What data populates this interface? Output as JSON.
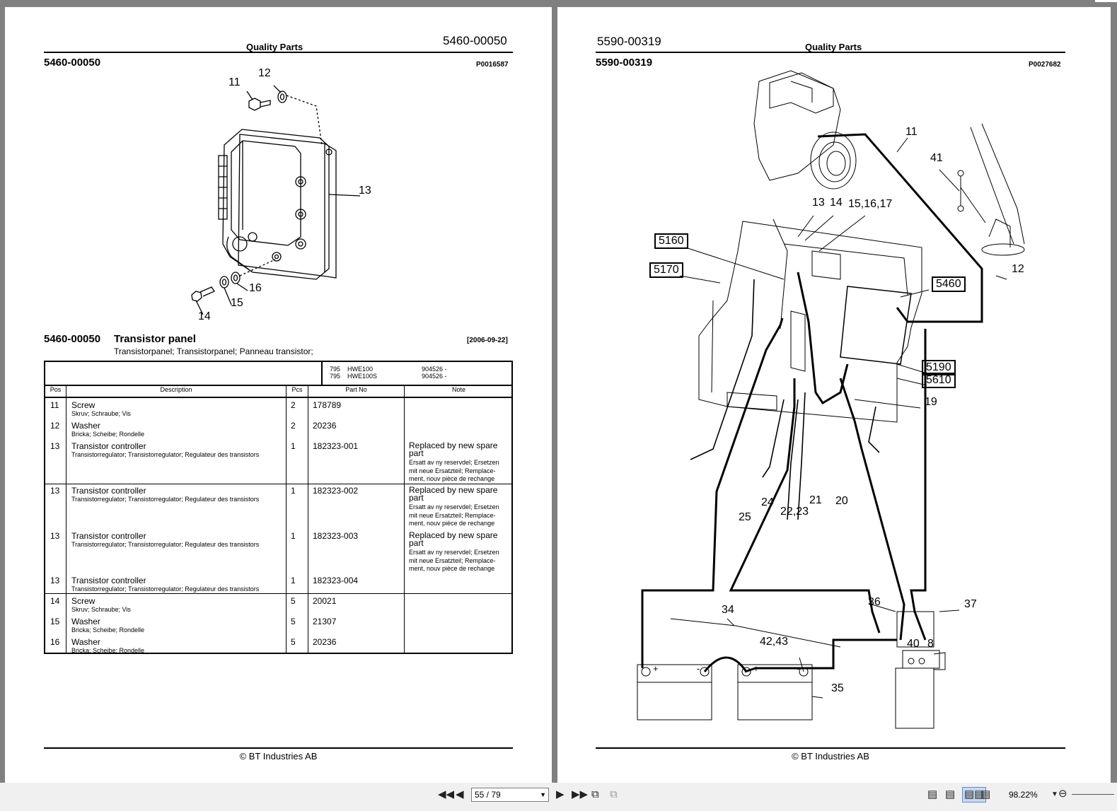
{
  "left_page": {
    "header_center": "Quality Parts",
    "header_number": "5460-00050",
    "sub_number": "5460-00050",
    "drawing_id": "P0016587",
    "callouts": [
      "11",
      "12",
      "13",
      "14",
      "15",
      "16"
    ],
    "section": {
      "number": "5460-00050",
      "title": "Transistor panel",
      "subtitle": "Transistorpanel; Transistorpanel; Panneau transistor;",
      "date": "[2006-09-22]"
    },
    "models": [
      {
        "code": "795",
        "model": "HWE100",
        "serial": "904526 -"
      },
      {
        "code": "795",
        "model": "HWE100S",
        "serial": "904526 -"
      }
    ],
    "columns": {
      "pos": "Pos",
      "description": "Description",
      "pcs": "Pcs",
      "part_no": "Part No",
      "note": "Note"
    },
    "rows": [
      {
        "pos": "11",
        "desc": "Screw",
        "desc_sub": "Skruv; Schraube; Vis",
        "pcs": "2",
        "part": "178789",
        "note": "",
        "note_sub": ""
      },
      {
        "pos": "12",
        "desc": "Washer",
        "desc_sub": "Bricka; Scheibe; Rondelle",
        "pcs": "2",
        "part": "20236",
        "note": "",
        "note_sub": ""
      },
      {
        "pos": "13",
        "desc": "Transistor controller",
        "desc_sub": "Transistorregulator; Transistorregulator; Regulateur des transistors",
        "pcs": "1",
        "part": "182323-001",
        "note": "Replaced by new spare part",
        "note_sub": "Ersatt av ny reservdel; Ersetzen mit neue Ersatzteil; Remplace-ment, nouv pièce de rechange"
      },
      {
        "pos": "13",
        "desc": "Transistor controller",
        "desc_sub": "Transistorregulator; Transistorregulator; Regulateur des transistors",
        "pcs": "1",
        "part": "182323-002",
        "note": "Replaced by new spare part",
        "note_sub": "Ersatt av ny reservdel; Ersetzen mit neue Ersatzteil; Remplace-ment, nouv pièce de rechange"
      },
      {
        "pos": "13",
        "desc": "Transistor controller",
        "desc_sub": "Transistorregulator; Transistorregulator; Regulateur des transistors",
        "pcs": "1",
        "part": "182323-003",
        "note": "Replaced by new spare part",
        "note_sub": "Ersatt av ny reservdel; Ersetzen mit neue Ersatzteil; Remplace-ment, nouv pièce de rechange"
      },
      {
        "pos": "13",
        "desc": "Transistor controller",
        "desc_sub": "Transistorregulator; Transistorregulator; Regulateur des transistors",
        "pcs": "1",
        "part": "182323-004",
        "note": "",
        "note_sub": ""
      },
      {
        "pos": "14",
        "desc": "Screw",
        "desc_sub": "Skruv; Schraube; Vis",
        "pcs": "5",
        "part": "20021",
        "note": "",
        "note_sub": ""
      },
      {
        "pos": "15",
        "desc": "Washer",
        "desc_sub": "Bricka; Scheibe; Rondelle",
        "pcs": "5",
        "part": "21307",
        "note": "",
        "note_sub": ""
      },
      {
        "pos": "16",
        "desc": "Washer",
        "desc_sub": "Bricka; Scheibe; Rondelle",
        "pcs": "5",
        "part": "20236",
        "note": "",
        "note_sub": ""
      }
    ],
    "footer": "© BT Industries AB"
  },
  "right_page": {
    "header_number": "5590-00319",
    "header_center": "Quality Parts",
    "sub_number": "5590-00319",
    "drawing_id": "P0027682",
    "boxed_refs": [
      "5160",
      "5170",
      "5460",
      "5190",
      "5610"
    ],
    "callouts": [
      "11",
      "41",
      "13",
      "14",
      "15,16,17",
      "12",
      "19",
      "24",
      "22,23",
      "21",
      "20",
      "25",
      "36",
      "37",
      "34",
      "42,43",
      "40",
      "8",
      "35"
    ],
    "battery_signs": [
      "+",
      "-",
      "+",
      "-"
    ],
    "footer": "© BT Industries AB"
  },
  "toolbar": {
    "page_selector": "55 / 79",
    "zoom": "98.22%"
  }
}
